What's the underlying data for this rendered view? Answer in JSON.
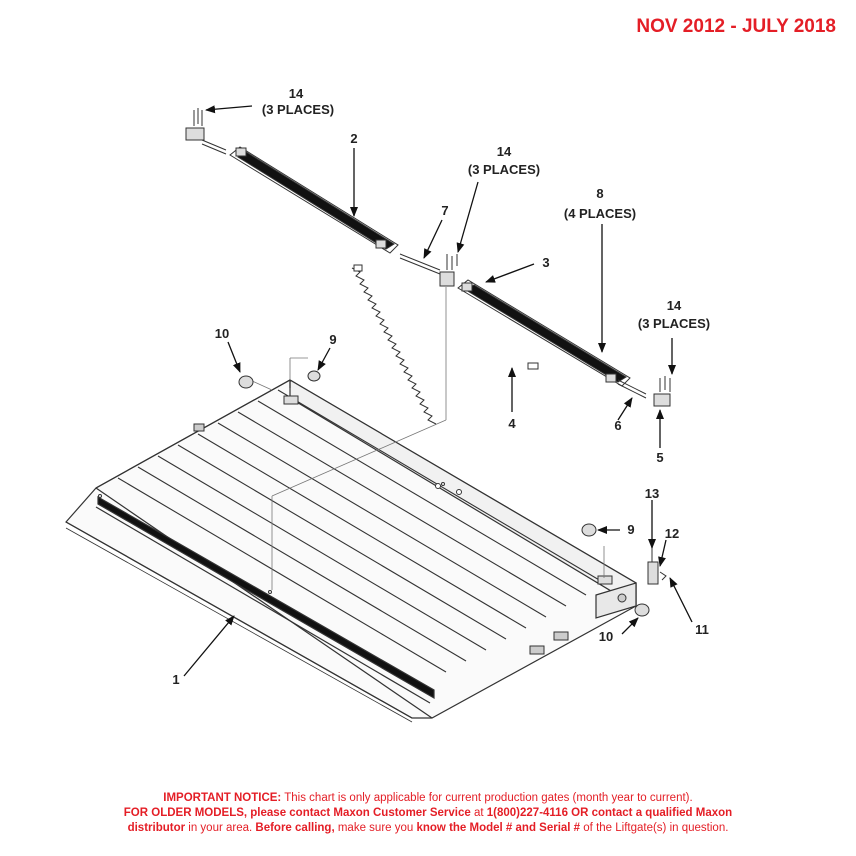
{
  "header": {
    "date_range": "NOV 2012 - JULY 2018"
  },
  "callouts": {
    "c1": "1",
    "c2": "2",
    "c3": "3",
    "c4": "4",
    "c5": "5",
    "c6": "6",
    "c7": "7",
    "c8": "8",
    "c8_sub": "(4 PLACES)",
    "c9a": "9",
    "c9b": "9",
    "c10a": "10",
    "c10b": "10",
    "c11": "11",
    "c12": "12",
    "c13": "13",
    "c14a": "14",
    "c14a_sub": "(3 PLACES)",
    "c14b": "14",
    "c14b_sub": "(3 PLACES)",
    "c14c": "14",
    "c14c_sub": "(3 PLACES)"
  },
  "notice": {
    "l1_bold": "IMPORTANT NOTICE:",
    "l1_text": " This chart is only applicable for current production gates (month year to current).",
    "l2_bold": "FOR OLDER MODELS, please contact Maxon Customer Service",
    "l2_mid": " at ",
    "l2_bold2": "1(800)227-4116 OR contact a qualified Maxon",
    "l3_bold": "distributor",
    "l3_mid": " in your area. ",
    "l3_bold2": "Before calling,",
    "l3_mid2": " make sure you ",
    "l3_bold3": "know the Model # and Serial #",
    "l3_end": " of the Liftgate(s) in question."
  }
}
